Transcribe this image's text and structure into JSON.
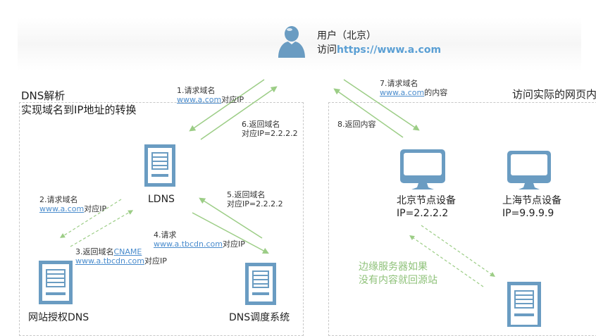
{
  "user": {
    "title": "用户（北京）",
    "visit_prefix": "访问",
    "url": "https://www.a.com"
  },
  "sections": {
    "dns": {
      "title_line1": "DNS解析",
      "title_line2": "实现域名到IP地址的转换"
    },
    "content": {
      "title": "访问实际的网页内"
    }
  },
  "nodes": {
    "ldns": "LDNS",
    "auth_dns": "网站授权DNS",
    "dns_scheduler": "DNS调度系统",
    "beijing": {
      "name": "北京节点设备",
      "ip": "IP=2.2.2.2"
    },
    "shanghai": {
      "name": "上海节点设备",
      "ip": "IP=9.9.9.9"
    }
  },
  "steps": {
    "s1": {
      "line1": "1.请求域名",
      "link": "www.a.com",
      "suffix": "对应IP"
    },
    "s2": {
      "line1": "2.请求域名",
      "link": "www.a.com",
      "suffix": "对应IP"
    },
    "s3": {
      "prefix": "3.返回域名",
      "cname": "CNAME",
      "link": "www.a.tbcdn.com",
      "suffix": "对应IP"
    },
    "s4": {
      "line1": "4.请求",
      "link": "www.a.tbcdn.com",
      "suffix": "对应IP"
    },
    "s5": {
      "line1": "5.返回域名",
      "line2": "对应IP=2.2.2.2"
    },
    "s6": {
      "line1": "6.返回域名",
      "line2": "对应IP=2.2.2.2"
    },
    "s7": {
      "line1": "7.请求域名",
      "link": "www.a.com",
      "suffix": "的内容"
    },
    "s8": {
      "line1": "8.返回内容"
    }
  },
  "origin_note": {
    "line1": "边缘服务器如果",
    "line2": "没有内容就回源站"
  },
  "colors": {
    "icon_blue": "#6a9cc2",
    "arrow_green": "#9ccd86",
    "link_blue": "#4a8ccd"
  }
}
